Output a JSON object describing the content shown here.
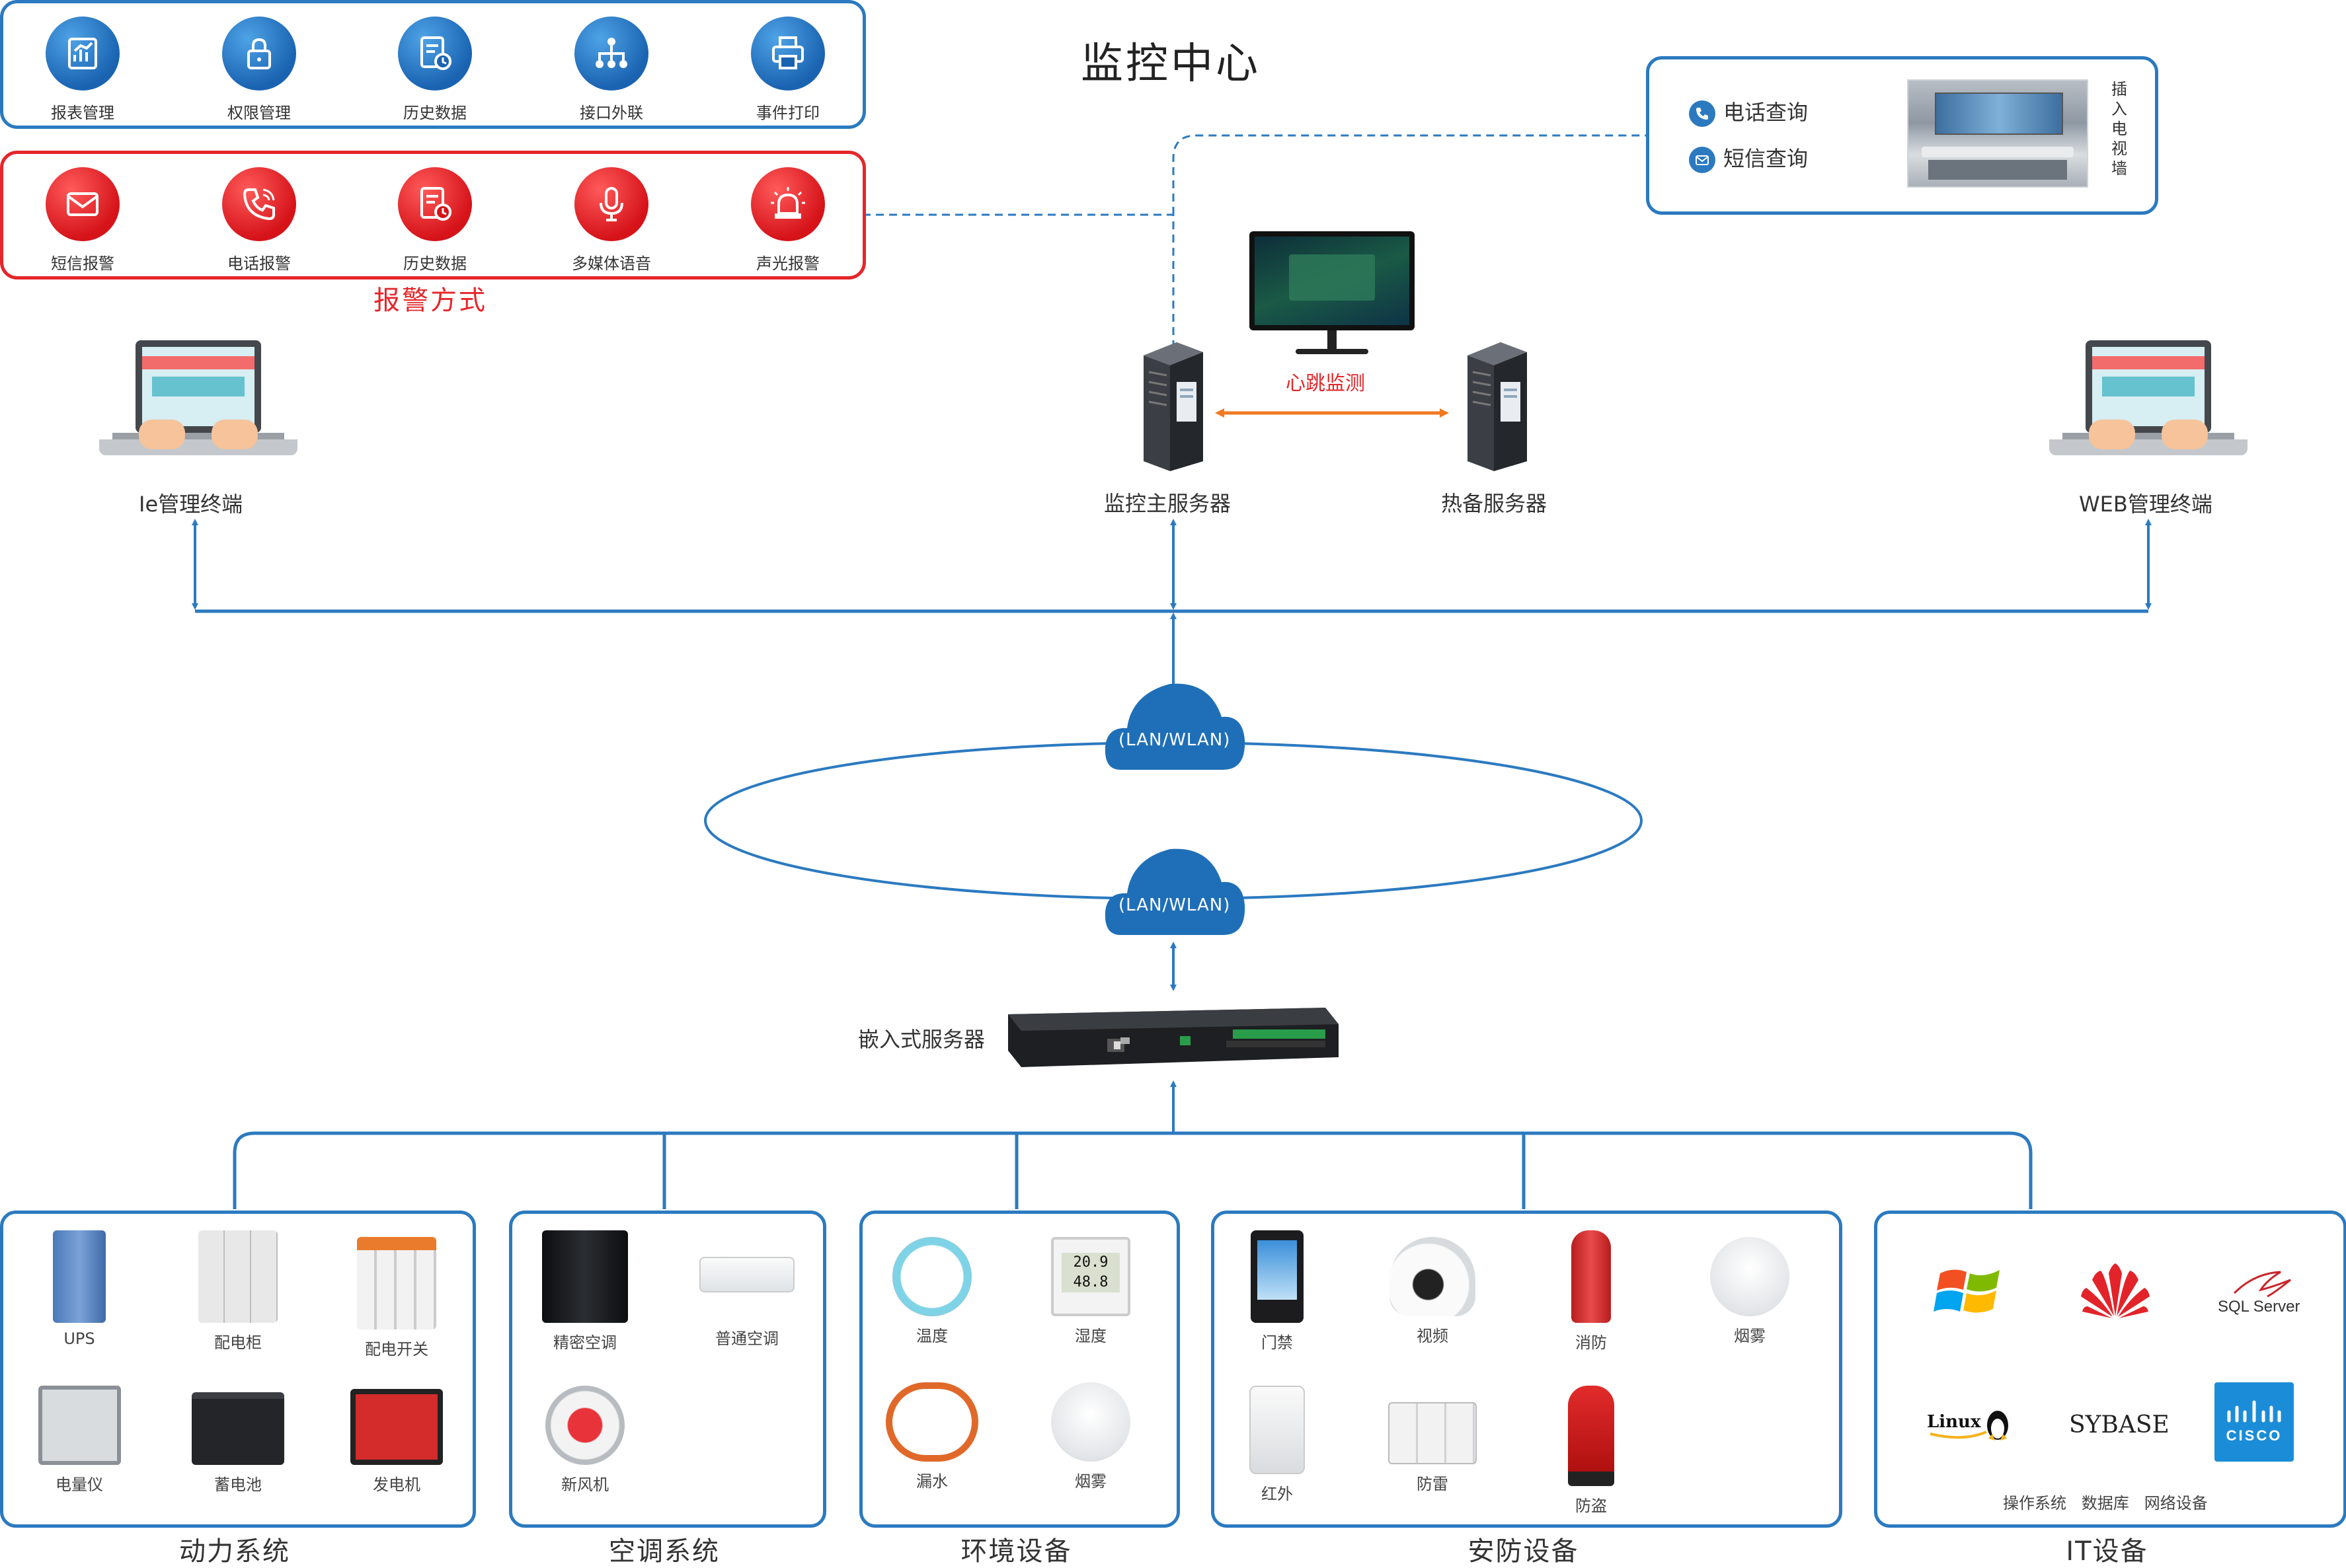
{
  "title": "监控中心",
  "management": {
    "items": [
      {
        "label": "报表管理",
        "icon": "report-chart-icon"
      },
      {
        "label": "权限管理",
        "icon": "lock-icon"
      },
      {
        "label": "历史数据",
        "icon": "history-doc-icon"
      },
      {
        "label": "接口外联",
        "icon": "network-tree-icon"
      },
      {
        "label": "事件打印",
        "icon": "printer-icon"
      }
    ]
  },
  "alarm": {
    "title": "报警方式",
    "items": [
      {
        "label": "短信报警",
        "icon": "envelope-icon"
      },
      {
        "label": "电话报警",
        "icon": "phone-icon"
      },
      {
        "label": "历史数据",
        "icon": "history-doc-icon"
      },
      {
        "label": "多媒体语音",
        "icon": "microphone-icon"
      },
      {
        "label": "声光报警",
        "icon": "siren-icon"
      }
    ]
  },
  "query": {
    "phone": "电话查询",
    "sms": "短信查询",
    "tv_wall": [
      "插",
      "入",
      "电",
      "视",
      "墙"
    ]
  },
  "servers": {
    "main": "监控主服务器",
    "backup": "热备服务器",
    "heartbeat": "心跳监测"
  },
  "terminals": {
    "ie": "Ie管理终端",
    "web": "WEB管理终端"
  },
  "network": {
    "cloud_top": "(LAN/WLAN)",
    "cloud_bottom": "(LAN/WLAN)"
  },
  "embedded_server": "嵌入式服务器",
  "groups": {
    "power": {
      "title": "动力系统",
      "devices": [
        "UPS",
        "配电柜",
        "配电开关",
        "电量仪",
        "蓄电池",
        "发电机"
      ]
    },
    "hvac": {
      "title": "空调系统",
      "devices": [
        "精密空调",
        "普通空调",
        "新风机"
      ]
    },
    "env": {
      "title": "环境设备",
      "devices": [
        "温度",
        "湿度",
        "漏水",
        "烟雾"
      ]
    },
    "security": {
      "title": "安防设备",
      "devices": [
        "门禁",
        "视频",
        "消防",
        "烟雾",
        "红外",
        "防雷",
        "防盗"
      ]
    },
    "it": {
      "title": "IT设备",
      "caption": "操作系统   数据库   网络设备",
      "logos": [
        "Linux",
        "SYBASE",
        "SQL Server",
        "CISCO"
      ]
    }
  },
  "colors": {
    "line_blue": "#2b7ac0",
    "alarm_red": "#e5262a",
    "heartbeat_orange": "#f07a22"
  }
}
